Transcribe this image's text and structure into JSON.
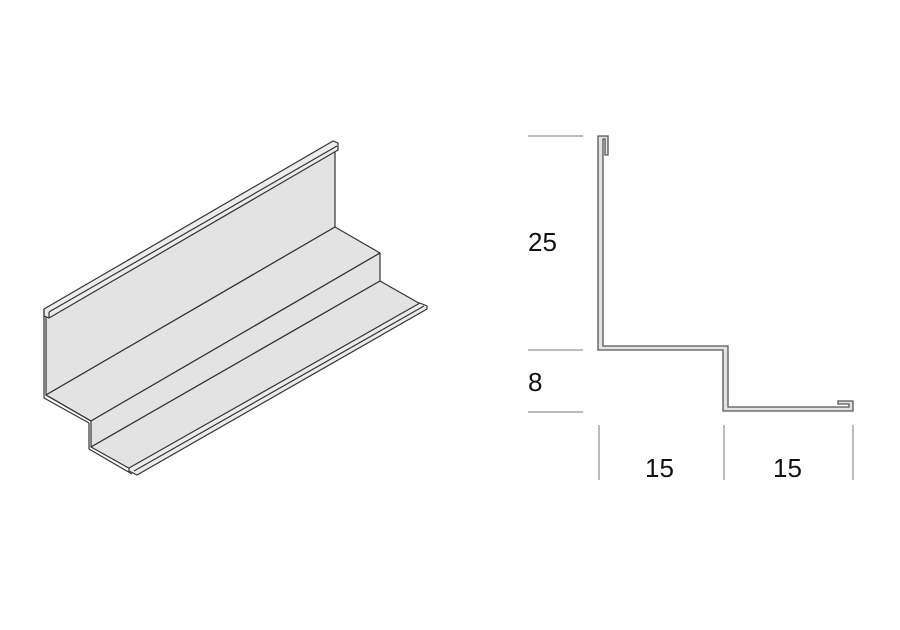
{
  "diagram": {
    "type": "profile-technical-drawing",
    "isometric_view": {
      "fill_color": "#e3e3e3",
      "stroke_color": "#333333"
    },
    "section_view": {
      "fill_color": "#e3e3e3",
      "stroke_color": "#555555",
      "dimensions": {
        "upper_height": "25",
        "step_height": "8",
        "left_width": "15",
        "right_width": "15"
      },
      "dimension_line_color": "#777777"
    }
  }
}
